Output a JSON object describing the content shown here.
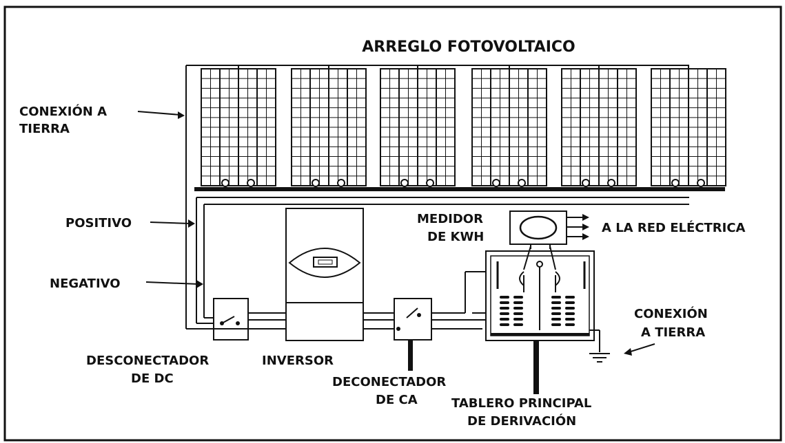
{
  "title": "ARREGLO FOTOVOLTAICO",
  "labels": {
    "ground_left_1": "CONEXIÓN A",
    "ground_left_2": "TIERRA",
    "positive": "POSITIVO",
    "negative": "NEGATIVO",
    "meter_1": "MEDIDOR",
    "meter_2": "DE KWH",
    "grid": "A LA RED ELÉCTRICA",
    "ground_right_1": "CONEXIÓN",
    "ground_right_2": "A TIERRA",
    "dc_disc_1": "DESCONECTADOR",
    "dc_disc_2": "DE DC",
    "inverter": "INVERSOR",
    "ac_disc_1": "DECONECTADOR",
    "ac_disc_2": "DE CA",
    "panel_1": "TABLERO PRINCIPAL",
    "panel_2": "DE DERIVACIÓN"
  },
  "panels_count": 6,
  "colors": {
    "line": "#111111",
    "background": "#ffffff"
  }
}
